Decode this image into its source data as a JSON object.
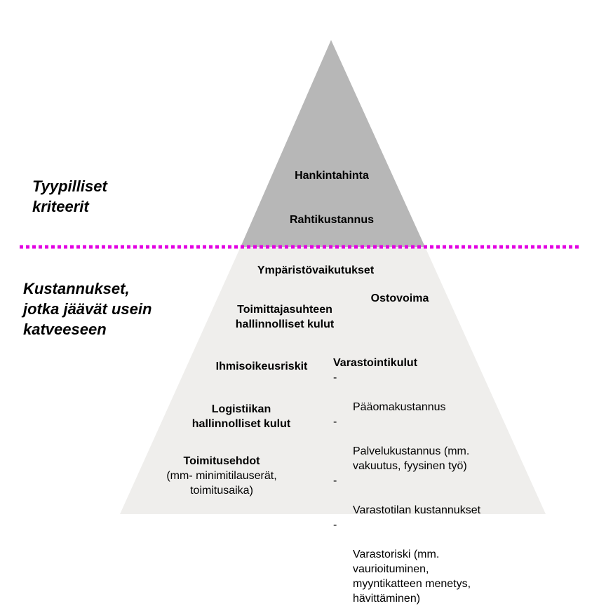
{
  "colors": {
    "top_fill": "#b7b7b7",
    "bottom_fill": "#efeeec",
    "divider": "#e300e3"
  },
  "side_labels": {
    "top": "Tyypilliset\nkriteerit",
    "bottom": "Kustannukset,\njotka jäävät usein\nkatveeseen"
  },
  "top_items": {
    "hankintahinta": "Hankintahinta",
    "rahtikustannus": "Rahtikustannus"
  },
  "bottom_items": {
    "ymparistovaikutukset": "Ympäristövaikutukset",
    "ostovoima": "Ostovoima",
    "toimittajasuhteen": "Toimittajasuhteen\nhallinnolliset kulut",
    "ihmisoikeusriskit": "Ihmisoikeusriskit",
    "logistiikan": "Logistiikan\nhallinnolliset kulut",
    "toimitusehdot_title": "Toimitusehdot",
    "toimitusehdot_note": "(mm- minimitilauserät,\ntoimitusaika)"
  },
  "varastointikulut": {
    "title": "Varastointikulut",
    "dash": "-",
    "items": [
      "Pääomakustannus",
      "Palvelukustannus (mm.\nvakuutus, fyysinen työ)",
      "Varastotilan kustannukset",
      "Varastoriski (mm.\nvaurioituminen,\nmyyntikatteen menetys,\nhävittäminen)"
    ]
  }
}
